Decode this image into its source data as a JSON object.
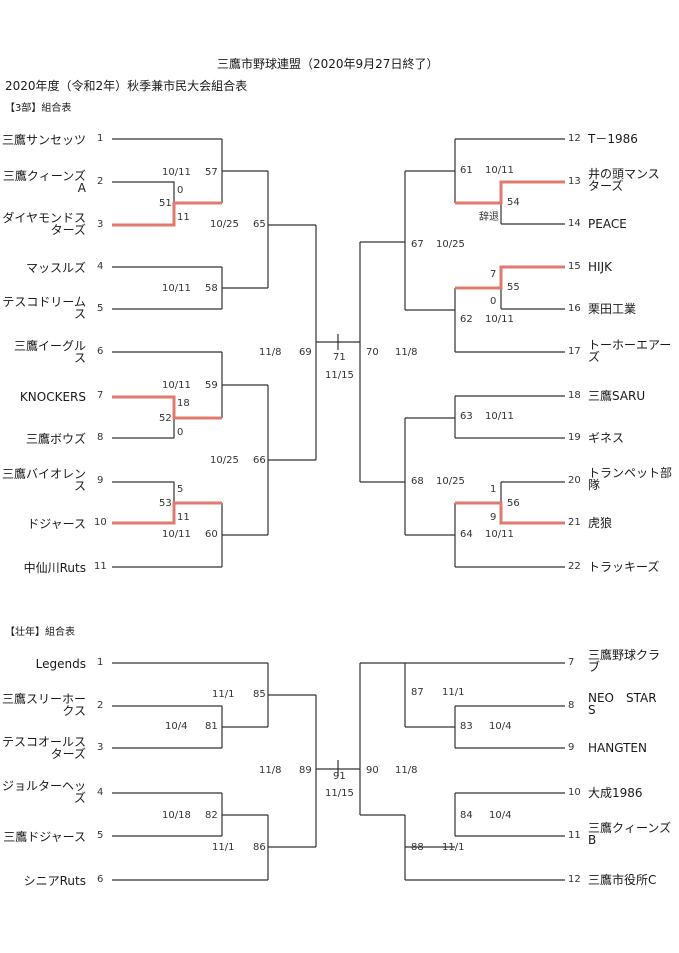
{
  "header": {
    "title": "三鷹市野球連盟（2020年9月27日終了）",
    "subtitle": "2020年度（令和2年）秋季兼市民大会組合表",
    "section1": "【3部】組合表",
    "section2": "【壮年】組合表"
  },
  "div3": {
    "left_teams": [
      {
        "name": "三鷹サンセッツ",
        "no": "1"
      },
      {
        "name": "三鷹クィーンズ\nA",
        "no": "2"
      },
      {
        "name": "ダイヤモンドス\nターズ",
        "no": "3"
      },
      {
        "name": "マッスルズ",
        "no": "4"
      },
      {
        "name": "テスコドリーム\nス",
        "no": "5"
      },
      {
        "name": "三鷹イーグル\nス",
        "no": "6"
      },
      {
        "name": "KNOCKERS",
        "no": "7"
      },
      {
        "name": "三鷹ボウズ",
        "no": "8"
      },
      {
        "name": "三鷹バイオレン\nス",
        "no": "9"
      },
      {
        "name": "ドジャース",
        "no": "10"
      },
      {
        "name": "中仙川Ruts",
        "no": "11"
      }
    ],
    "right_teams": [
      {
        "name": "T－1986",
        "no": "12"
      },
      {
        "name": "井の頭マンス\nターズ",
        "no": "13"
      },
      {
        "name": "PEACE",
        "no": "14"
      },
      {
        "name": "HIJK",
        "no": "15"
      },
      {
        "name": "栗田工業",
        "no": "16"
      },
      {
        "name": "トーホーエアー\nズ",
        "no": "17"
      },
      {
        "name": "三鷹SARU",
        "no": "18"
      },
      {
        "name": "ギネス",
        "no": "19"
      },
      {
        "name": "トランペット部\n隊",
        "no": "20"
      },
      {
        "name": "虎狼",
        "no": "21"
      },
      {
        "name": "トラッキーズ",
        "no": "22"
      }
    ],
    "labels": {
      "g57": "57",
      "g57_date": "10/11",
      "g51": "51",
      "s51a": "0",
      "s51b": "11",
      "g58": "58",
      "g58_date": "10/11",
      "g65": "65",
      "g65_date": "10/25",
      "g59": "59",
      "g59_date": "10/11",
      "s52a": "18",
      "s52b": "0",
      "g52": "52",
      "g53": "53",
      "s53a": "5",
      "s53b": "11",
      "g60": "60",
      "g60_date": "10/11",
      "g66": "66",
      "g66_date": "10/25",
      "g69": "69",
      "g69_date": "11/8",
      "g71": "71",
      "g71_date": "11/15",
      "g70": "70",
      "g70_date": "11/8",
      "g61": "61",
      "g61_date": "10/11",
      "g54": "54",
      "s54": "辞退",
      "g67": "67",
      "g67_date": "10/25",
      "g55": "55",
      "s55a": "7",
      "s55b": "0",
      "g62": "62",
      "g62_date": "10/11",
      "g63": "63",
      "g63_date": "10/11",
      "g68": "68",
      "g68_date": "10/25",
      "g56": "56",
      "s56a": "1",
      "s56b": "9",
      "g64": "64",
      "g64_date": "10/11"
    }
  },
  "senior": {
    "left_teams": [
      {
        "name": "Legends",
        "no": "1"
      },
      {
        "name": "三鷹スリーホー\nクス",
        "no": "2"
      },
      {
        "name": "テスコオールス\nターズ",
        "no": "3"
      },
      {
        "name": "ジョルターヘッ\nズ",
        "no": "4"
      },
      {
        "name": "三鷹ドジャース",
        "no": "5"
      },
      {
        "name": "シニアRuts",
        "no": "6"
      }
    ],
    "right_teams": [
      {
        "name": "三鷹野球クラ\nブ",
        "no": "7"
      },
      {
        "name": "NEO　STAR\nS",
        "no": "8"
      },
      {
        "name": "HANGTEN",
        "no": "9"
      },
      {
        "name": "大成1986",
        "no": "10"
      },
      {
        "name": "三鷹クィーンズ\nB",
        "no": "11"
      },
      {
        "name": "三鷹市役所C",
        "no": "12"
      }
    ],
    "labels": {
      "g85": "85",
      "g85_date": "11/1",
      "g81": "81",
      "g81_date": "10/4",
      "g82": "82",
      "g82_date": "10/18",
      "g86": "86",
      "g86_date": "11/1",
      "g89": "89",
      "g89_date": "11/8",
      "g91": "91",
      "g91_date": "11/15",
      "g90": "90",
      "g90_date": "11/8",
      "g87": "87",
      "g87_date": "11/1",
      "g83": "83",
      "g83_date": "10/4",
      "g84": "84",
      "g84_date": "10/4",
      "g88": "88",
      "g88_date": "11/1"
    }
  }
}
